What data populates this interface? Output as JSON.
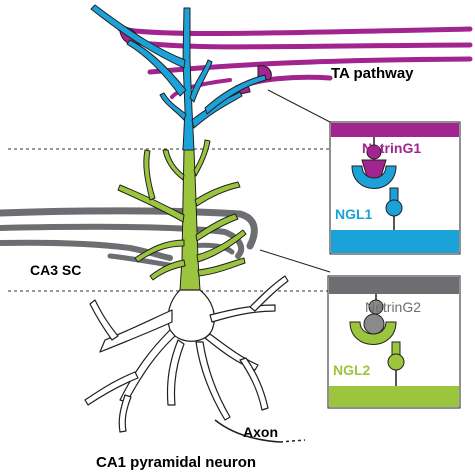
{
  "labels": {
    "ta_pathway": "TA pathway",
    "ca3_sc": "CA3 SC",
    "axon": "Axon",
    "ca1_neuron": "CA1 pyramidal neuron"
  },
  "inset_top": {
    "ligand": "NetrinG1",
    "receptor": "NGL1"
  },
  "inset_bottom": {
    "ligand": "NetrinG2",
    "receptor": "NGL2"
  },
  "colors": {
    "ta_magenta": "#a2248f",
    "apical_blue": "#1ba3d9",
    "proximal_green": "#9bc53d",
    "ca3_gray": "#6d6e71",
    "ligand_gray": "#8a8a8a",
    "outline": "#231f20"
  }
}
